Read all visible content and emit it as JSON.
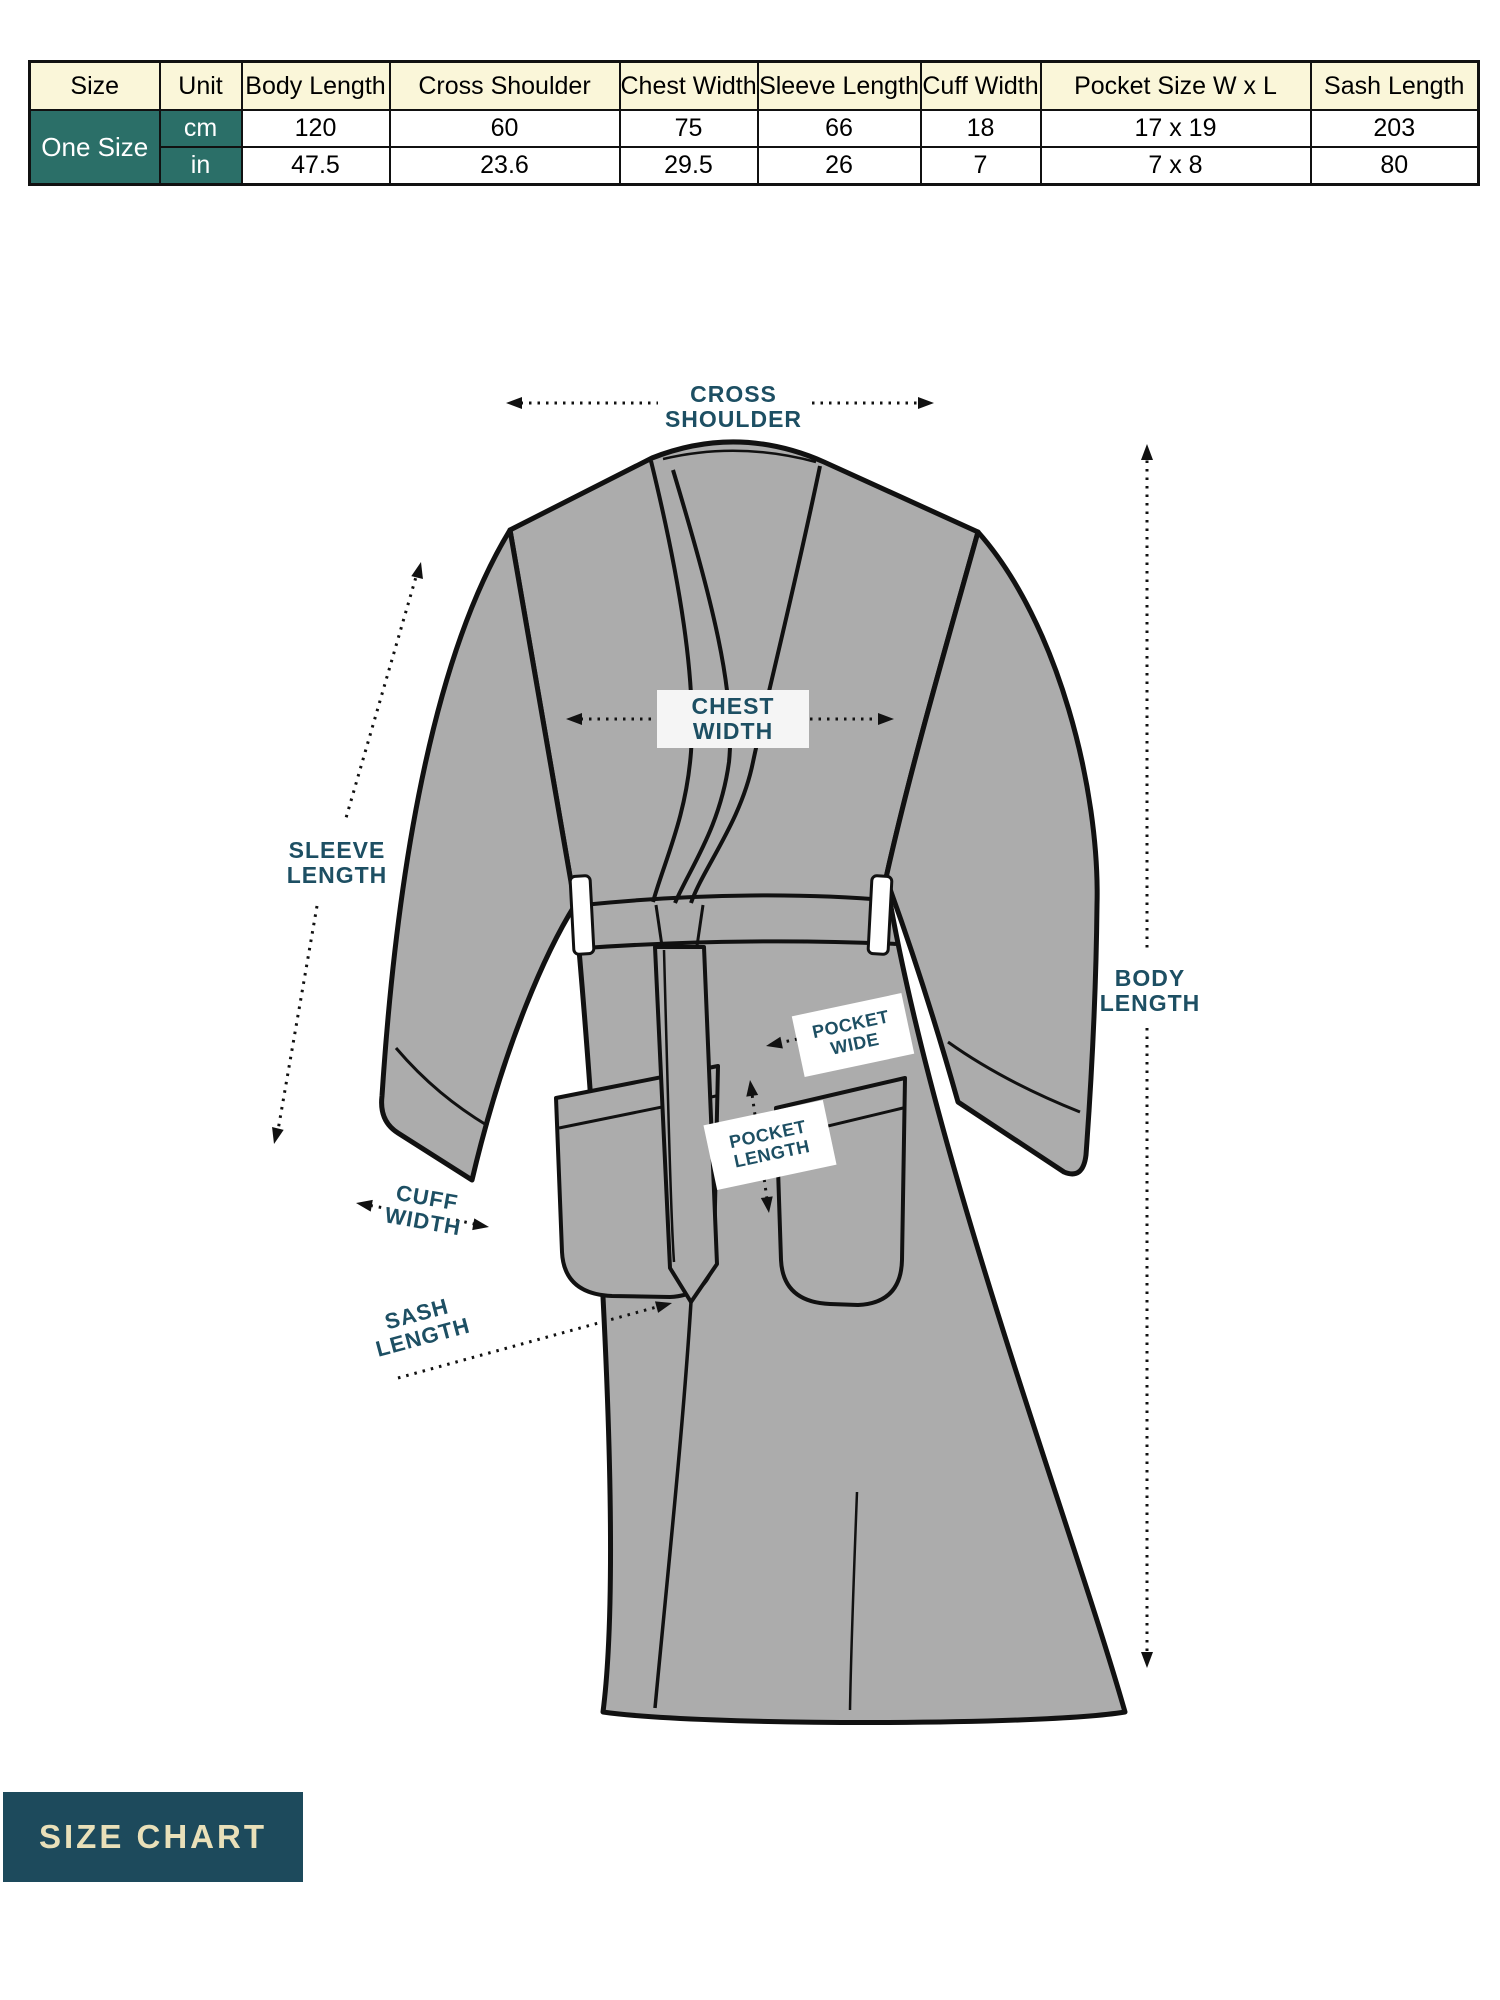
{
  "table": {
    "headers": [
      "Size",
      "Unit",
      "Body Length",
      "Cross Shoulder",
      "Chest Width",
      "Sleeve Length",
      "Cuff Width",
      "Pocket Size W x L",
      "Sash Length"
    ],
    "size_label": "One Size",
    "rows": [
      {
        "unit": "cm",
        "values": [
          "120",
          "60",
          "75",
          "66",
          "18",
          "17 x 19",
          "203"
        ]
      },
      {
        "unit": "in",
        "values": [
          "47.5",
          "23.6",
          "29.5",
          "26",
          "7",
          "7 x 8",
          "80"
        ]
      }
    ]
  },
  "diagram": {
    "labels": {
      "cross_shoulder": {
        "line1": "CROSS",
        "line2": "SHOULDER"
      },
      "chest_width": {
        "line1": "CHEST",
        "line2": "WIDTH"
      },
      "sleeve_length": {
        "line1": "SLEEVE",
        "line2": "LENGTH"
      },
      "body_length": {
        "line1": "BODY",
        "line2": "LENGTH"
      },
      "pocket_wide": {
        "line1": "POCKET",
        "line2": "WIDE"
      },
      "pocket_length": {
        "line1": "POCKET",
        "line2": "LENGTH"
      },
      "cuff_width": {
        "line1": "CUFF",
        "line2": "WIDTH"
      },
      "sash_length": {
        "line1": "SASH",
        "line2": "LENGTH"
      }
    }
  },
  "footer": {
    "badge": "SIZE CHART"
  },
  "colors": {
    "teal_cell": "#2b6f68",
    "header_cream": "#faf6d9",
    "badge_bg": "#1d4a5c",
    "badge_text": "#e9e0b9",
    "label_text": "#1d4f63",
    "robe_gray": "#acacac",
    "outline": "#111111"
  }
}
